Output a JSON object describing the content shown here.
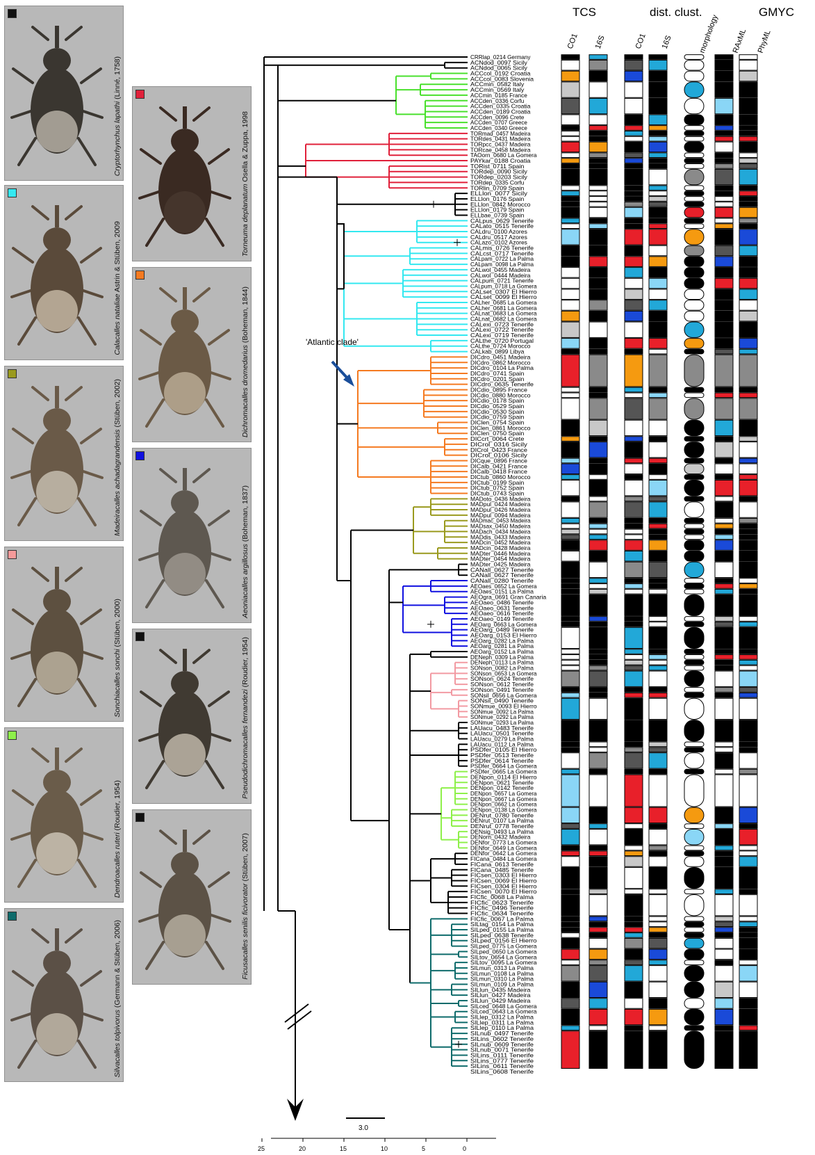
{
  "headers": {
    "tcs": "TCS",
    "dist": "dist. clust.",
    "gmyc": "GMYC"
  },
  "subheaders": {
    "tcs_co1": "CO1",
    "tcs_16s": "16S",
    "dist_co1": "CO1",
    "dist_16s": "16S",
    "morph": "morphology",
    "raxml": "RAxML",
    "phyml": "PhyML"
  },
  "annotation": {
    "atlantic": "'Atlantic clade'"
  },
  "scalebar": {
    "label": "3.0"
  },
  "axis": {
    "ticks": [
      "25",
      "20",
      "15",
      "10",
      "5",
      "0"
    ]
  },
  "photos": [
    {
      "genus": "Cryptorhynchus lapathi",
      "auth": " (Linné, 1758)",
      "swatch": "#111111"
    },
    {
      "genus": "Calacalles nataliae",
      "auth": " Astrin & Stüben, 2009",
      "swatch": "#33e8f0"
    },
    {
      "genus": "Madeiracalles achadagrandensis",
      "auth": " (Stüben, 2002)",
      "swatch": "#9a9a1e"
    },
    {
      "genus": "Sonchiacalles sonchi",
      "auth": " (Stüben, 2000)",
      "swatch": "#f59a9a"
    },
    {
      "genus": "Dendroacalles ruteri",
      "auth": " (Roudier, 1954)",
      "swatch": "#8ef04a"
    },
    {
      "genus": "Silvacalles tolpivorus",
      "auth": " (Germann & Stüben, 2006)",
      "swatch": "#0e6b6b"
    },
    {
      "genus": "Torneuma deplanatum",
      "auth": " Osella & Zuppa, 1998",
      "swatch": "#e0203a"
    },
    {
      "genus": "Dichromacalles dromedarius",
      "auth": " (Boheman, 1844)",
      "swatch": "#f57a20"
    },
    {
      "genus": "Aeoniacalles argillosus",
      "auth": " (Boheman, 1837)",
      "swatch": "#1010e0"
    },
    {
      "genus": "Pseudodichromacalles fernandezi",
      "auth": " (Roudier, 1954)",
      "swatch": "#111111"
    },
    {
      "genus": "Ficusacalles senilis ficivorator",
      "auth": " (Stüben, 2007)",
      "swatch": "#111111"
    }
  ],
  "taxa": [
    "CRRlap_0214 Germany",
    "ACNdod_0097 Sicily",
    "ACNdod_0065 Sicily",
    "ACCcol_0192 Croatia",
    "ACCcol_0083 Slovenia",
    "ACCmin_0582 Italy",
    "ACCmin_0569 Italy",
    "ACCmin_0185 France",
    "ACCden_0336 Corfu",
    "ACCden_0335 Croatia",
    "ACCden_0189 Croatia",
    "ACCden_0096 Crete",
    "ACCden_0707 Greece",
    "ACCden_0340 Greece",
    "TORmad_0457 Madeira",
    "TORdes_0431 Madeira",
    "TORpcc_0437 Madeira",
    "TORcae_0458 Madeira",
    "TAOorn_0680 La Gomera",
    "PAYkar_0188 Croatia",
    "TORist_0711 Spain",
    "TORdep_0090 Sicily",
    "TORdep_0203 Sicily",
    "TORdep_0335 Corfu",
    "TORlin_0709 Spain",
    "ELLlon_0077 Sicily",
    "ELLlon_0176 Spain",
    "ELLlon_0842 Morocco",
    "ELLlon_0179 Spain",
    "ELLbae_0739 Spain",
    "CALpus_0629 Tenerife",
    "CALato_0515 Tenerife",
    "CALdru_0100 Azores",
    "CALdru_0517 Azores",
    "CALazo_0102 Azores",
    "CALmis_0726 Tenerife",
    "CALcst_0717 Tenerife",
    "CALpam_0722 La Palma",
    "CALpam_0098 La Palma",
    "CALwol_0455 Madeira",
    "CALwol_0444 Madeira",
    "CALpum_0721 Tenerife",
    "CALpum_0718 La Gomera",
    "CALset_0307 El Hierro",
    "CALset_0099 El Hierro",
    "CALher_0685 La Gomera",
    "CALher_0681 La Gomera",
    "CALnat_0683 La Gomera",
    "CALnat_0682 La Gomera",
    "CALexi_0723 Tenerife",
    "CALexi_0722 Tenerife",
    "CALexi_0719 Tenerife",
    "CALthe_0720 Portugal",
    "CALthe_0724 Morocco",
    "CALkab_0899 Libya",
    "DICdro_0451 Madeira",
    "DICdro_0862 Morocco",
    "DICdro_0104 La Palma",
    "DICdro_0741 Spain",
    "DICdro_0201 Spain",
    "DICdro_0635 Tenerife",
    "DICdio_0895 France",
    "DICdio_0880 Morocco",
    "DICdio_0178 Spain",
    "DICdio_0529 Spain",
    "DICdio_0530 Spain",
    "DICdio_0759 Spain",
    "DIClen_0754 Spain",
    "DIClen_0861 Morocco",
    "DIClen_0750 Spain",
    "DICcrt_0064 Crete",
    "DICrol_0316 Sicily",
    "DICrol_0423 France",
    "DICrol_0106 Sicily",
    "DICque_0896 France",
    "DICalb_0421 France",
    "DICalb_0418 France",
    "DICtub_0860 Morocco",
    "DICtub_0199 Spain",
    "DICtub_0752 Spain",
    "DICtub_0743 Spain",
    "MADoto_0436 Madeira",
    "MADpul_0424 Madeira",
    "MADpul_0426 Madeira",
    "MADpul_0094 Madeira",
    "MADmac_0453 Madeira",
    "MADsax_0450 Madeira",
    "MADach_0434 Madeira",
    "MADdis_0433 Madeira",
    "MADcin_0452 Madeira",
    "MADcin_0428 Madeira",
    "MADter_0446 Madeira",
    "MADter_0454 Madeira",
    "MADter_0425 Madeira",
    "CANall_0627 Tenerife",
    "CANall_0627 Tenerife",
    "CANall_0280 Tenerife",
    "AEOaes_0652 La Gomera",
    "AEOaes_0151 La Palma",
    "AEOgra_0691 Gran Canaria",
    "AEOaeo_0486 Tenerife",
    "AEOaeo_0631 Tenerife",
    "AEOaeo_0616 Tenerife",
    "AEOaeo_0149 Tenerife",
    "AEOarg_0663 La Gomera",
    "AEOarg_0489 Tenerife",
    "AEOarg_0153 El Hierro",
    "AEOarg_0282 La Palma",
    "AEOarg_0281 La Palma",
    "AEOarg_0152 La Palma",
    "DENeph_0309 La Palma",
    "DENeph_0113 La Palma",
    "SONson_0082 La Palma",
    "SONson_0653 La Gomera",
    "SONson_0624 Tenerife",
    "SONson_0612 Tenerife",
    "SONson_0491 Tenerife",
    "SONsil_0656 La Gomera",
    "SONsil_0490 Tenerife",
    "SONmue_0093 El Hierro",
    "SONmue_0092 La Palma",
    "SONmue_0292 La Palma",
    "SONmue_0293 La Palma",
    "LAUacu_0483 Tenerife",
    "LAUacu_0501 Tenerife",
    "LAUacu_0279 La Palma",
    "LAUacu_0112 La Palma",
    "PSDfer_0105 El Hierro",
    "PSDfer_0513 Tenerife",
    "PSDfer_0614 Tenerife",
    "PSDfer_0664 La Gomera",
    "PSDfer_0665 La Gomera",
    "DENpon_0114 El Hierro",
    "DENpon_0621 Tenerife",
    "DENpon_0142 Tenerife",
    "DENpon_0657 La Gomera",
    "DENpon_0667 La Gomera",
    "DENpon_0662 La Gomera",
    "DENpon_0138 La Gomera",
    "DENrut_0780 Tenerife",
    "DENrut_0107 La Palma",
    "DENrut_0778 Tenerife",
    "DENsig_0493 La Palma",
    "DENorn_0432 Madeira",
    "DENfor_0773 La Gomera",
    "DENfor_0649 La Gomera",
    "DENfor_0642 La Gomera",
    "FICana_0484 La Gomera",
    "FICana_0613 Tenerife",
    "FICana_0485 Tenerife",
    "FICsen_0303 El Hierro",
    "FICsen_0069 El Hierro",
    "FICsen_0304 El Hierro",
    "FICsen_0070 El Hierro",
    "FICfic_0068 La Palma",
    "FICfic_0623 Tenerife",
    "FICfic_0496 Tenerife",
    "FICfic_0634 Tenerife",
    "FICfic_0067 La Palma",
    "SILtag_0154 La Palma",
    "SILped_0155 La Palma",
    "SILped_0638 Tenerife",
    "SILped_0156 El Hierro",
    "SILped_0775 La Gomera",
    "SILped_0650 La Gomera",
    "SILtov_0654 La Gomera",
    "SILtov_0095 La Gomera",
    "SILmun_0313 La Palma",
    "SILmun_0108 La Palma",
    "SILmun_0310 La Palma",
    "SILmun_0109 La Palma",
    "SILlun_0435 Madeira",
    "SILlun_0427 Madeira",
    "SILlun_0429 Madeira",
    "SILced_0648 La Gomera",
    "SILced_0643 La Gomera",
    "SILlep_0312 La Palma",
    "SILlep_0311 La Palma",
    "SILlep_0110 La Palma",
    "SILnub_0497 Tenerife",
    "SILins_0602 Tenerife",
    "SILnub_0609 Tenerife",
    "SILnub_0071 Tenerife",
    "SILins_0111 Tenerife",
    "SILins_0777 Tenerife",
    "SILins_0611 Tenerife",
    "SILins_0608 Tenerife"
  ],
  "colors": {
    "black": "#000000",
    "red": "#e8202a",
    "orange": "#f59a10",
    "yellow": "#f8d030",
    "cyan": "#22a8d8",
    "lightblue": "#8ad6f6",
    "blue": "#1a4ad8",
    "midgray": "#8a8a8a",
    "lightgray": "#c8c8c8",
    "darkgray": "#555555",
    "green": "#49e02c",
    "pink": "#f29aa2",
    "olive": "#9a9a1e",
    "tree_red": "#e0203a",
    "tree_cyan": "#33e8f0",
    "tree_orange": "#f57a20",
    "tree_blue": "#1010e0",
    "tree_lgreen": "#8ef04a",
    "teal": "#0e6b6b",
    "arrow": "#1a4e9a"
  }
}
